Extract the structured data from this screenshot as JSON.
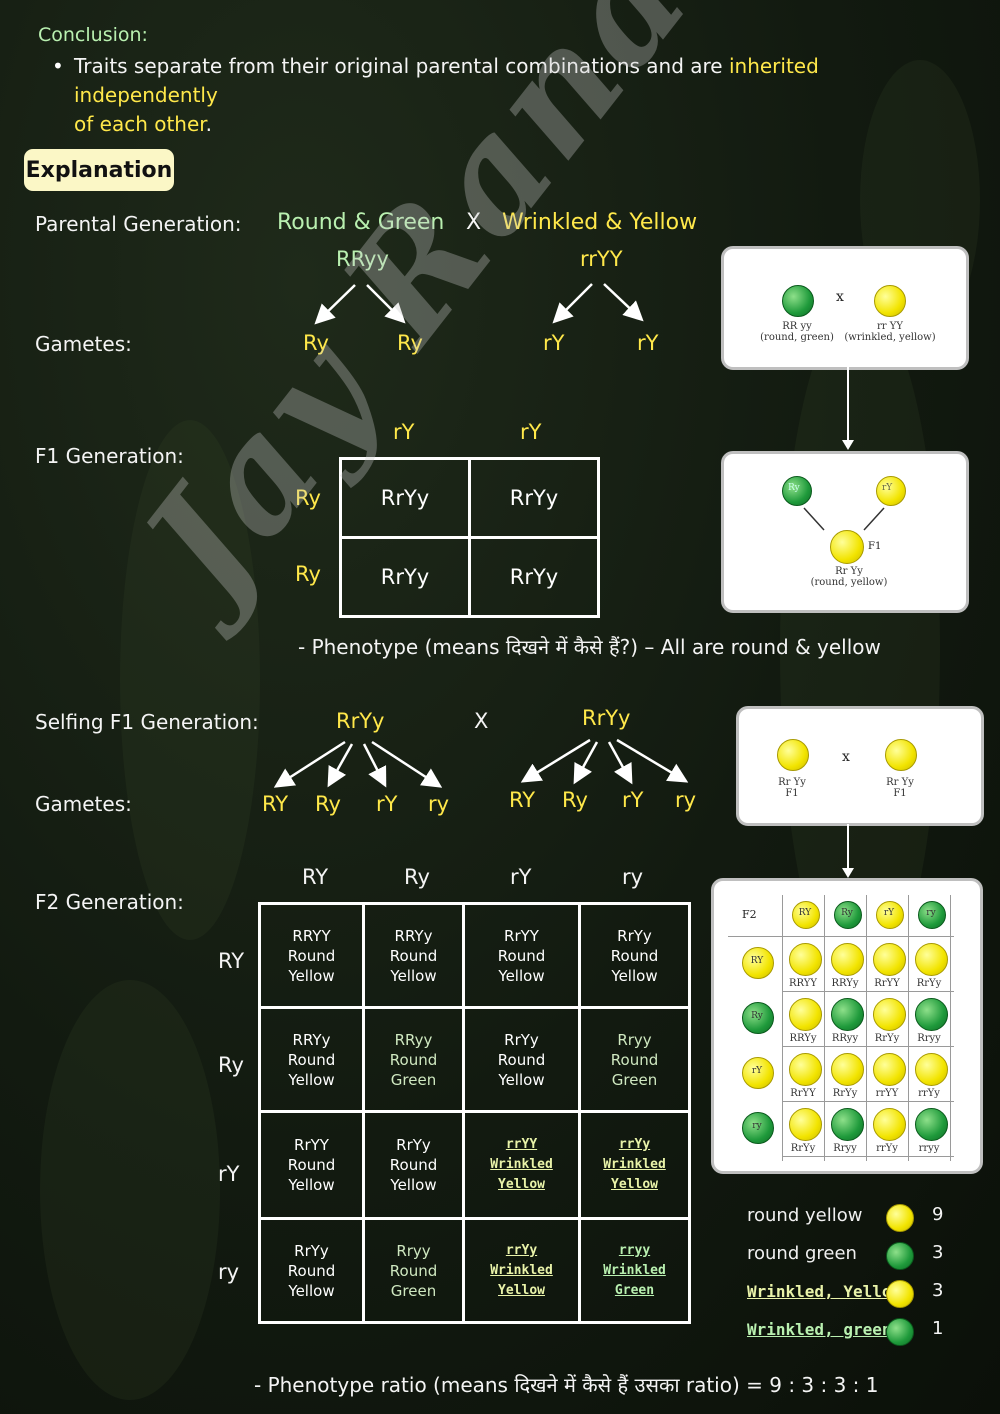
{
  "conclusion": {
    "heading": "Conclusion:",
    "bullet_plain": "Traits separate from their original parental combinations and are ",
    "bullet_highlight_1": "inherited independently",
    "bullet_highlight_2": "of each other",
    "bullet_end": "."
  },
  "explanation_label": "Explanation",
  "parental": {
    "label": "Parental Generation:",
    "parent1": "Round & Green",
    "cross": "X",
    "parent2": "Wrinkled & Yellow",
    "genotype1": "RRyy",
    "genotype2": "rrYY"
  },
  "gametes_label": "Gametes:",
  "parent_gametes": [
    "Ry",
    "Ry",
    "rY",
    "rY"
  ],
  "f1": {
    "label": "F1 Generation:",
    "col_headers": [
      "rY",
      "rY"
    ],
    "row_headers": [
      "Ry",
      "Ry"
    ],
    "cells": [
      [
        "RrYy",
        "RrYy"
      ],
      [
        "RrYy",
        "RrYy"
      ]
    ],
    "phenotype_note": "- Phenotype (means दिखने में कैसे हैं?) – All are round & yellow"
  },
  "selfing": {
    "label": "Selfing F1 Generation:",
    "parent1": "RrYy",
    "cross": "X",
    "parent2": "RrYy",
    "gametes1": [
      "RY",
      "Ry",
      "rY",
      "ry"
    ],
    "gametes2": [
      "RY",
      "Ry",
      "rY",
      "ry"
    ]
  },
  "f2": {
    "label": "F2 Generation:",
    "col_headers": [
      "RY",
      "Ry",
      "rY",
      "ry"
    ],
    "row_headers": [
      "RY",
      "Ry",
      "rY",
      "ry"
    ],
    "cells": [
      [
        [
          "RRYY",
          "Round",
          "Yellow"
        ],
        [
          "RRYy",
          "Round",
          "Yellow"
        ],
        [
          "RrYY",
          "Round",
          "Yellow"
        ],
        [
          "RrYy",
          "Round",
          "Yellow"
        ]
      ],
      [
        [
          "RRYy",
          "Round",
          "Yellow"
        ],
        [
          "RRyy",
          "Round",
          "Green"
        ],
        [
          "RrYy",
          "Round",
          "Yellow"
        ],
        [
          "Rryy",
          "Round",
          "Green"
        ]
      ],
      [
        [
          "RrYY",
          "Round",
          "Yellow"
        ],
        [
          "RrYy",
          "Round",
          "Yellow"
        ],
        [
          "rrYY",
          "Wrinkled",
          "Yellow"
        ],
        [
          "rrYy",
          "Wrinkled",
          "Yellow"
        ]
      ],
      [
        [
          "RrYy",
          "Round",
          "Yellow"
        ],
        [
          "Rryy",
          "Round",
          "Green"
        ],
        [
          "rrYy",
          "Wrinkled",
          "Yellow"
        ],
        [
          "rryy",
          "Wrinkled",
          "Green"
        ]
      ]
    ],
    "ratio_note": "- Phenotype ratio (means दिखने में कैसे हैं उसका ratio) = 9 : 3 : 3 : 1"
  },
  "legend": [
    {
      "label": "round yellow",
      "count": "9"
    },
    {
      "label": "round green",
      "count": "3"
    },
    {
      "label": "Wrinkled, Yellow",
      "count": "3"
    },
    {
      "label": "Wrinkled, green",
      "count": "1"
    }
  ],
  "diagram_cards": {
    "parent_cross": {
      "cross": "x",
      "left_caption": "RR yy\n(round, green)",
      "right_caption": "rr YY\n(wrinkled, yellow)"
    },
    "f1_cross": {
      "left_gamete": "Ry",
      "right_gamete": "rY",
      "f1_tag": "F1",
      "caption": "Rr Yy\n(round, yellow)"
    },
    "self_cross": {
      "cross": "x",
      "left_caption": "Rr Yy\nF1",
      "right_caption": "Rr Yy\nF1"
    },
    "f2_grid": {
      "corner": "F2",
      "col_gametes": [
        "RY",
        "Ry",
        "rY",
        "ry"
      ],
      "row_gametes": [
        "RY",
        "Ry",
        "rY",
        "ry"
      ],
      "genotypes": [
        [
          "RRYY",
          "RRYy",
          "RrYY",
          "RrYy"
        ],
        [
          "RRYy",
          "RRyy",
          "RrYy",
          "Rryy"
        ],
        [
          "RrYY",
          "RrYy",
          "rrYY",
          "rrYy"
        ],
        [
          "RrYy",
          "Rryy",
          "rrYy",
          "rryy"
        ]
      ]
    }
  },
  "watermark": "Jay Rana",
  "colors": {
    "yellow_highlight": "#ffe84a",
    "green_text": "#b9f0b0",
    "pill_bg": "#fbf7c6",
    "yellow_pea": "#f2e400",
    "green_pea": "#1f9a3b"
  }
}
